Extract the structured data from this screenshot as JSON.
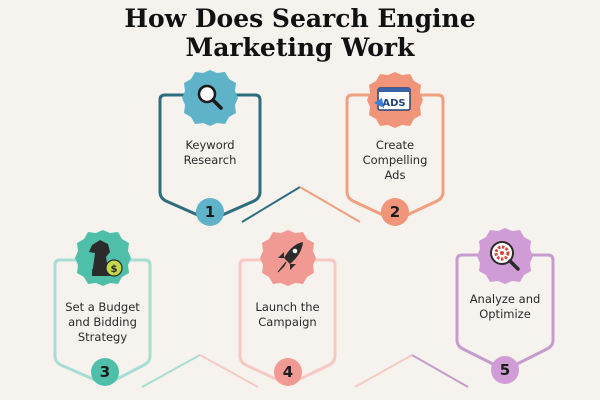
{
  "title": {
    "line1": "How Does Search Engine",
    "line2": "Marketing Work"
  },
  "colors": {
    "background": "#f6f3ef",
    "step1": "#2d6d7d",
    "step1_badge": "#5fb3c8",
    "step2": "#f0a07e",
    "step2_badge": "#f0957a",
    "step3": "#a8ddd2",
    "step3_badge": "#4fbfaa",
    "step4": "#f6c9c3",
    "step4_badge": "#f19a93",
    "step5": "#c59ccc",
    "step5_badge": "#cf9cd6"
  },
  "steps": [
    {
      "number": "1",
      "label": "Keyword\nResearch",
      "icon": "magnifier-icon"
    },
    {
      "number": "2",
      "label": "Create\nCompelling\nAds",
      "icon": "ads-browser-icon",
      "icon_text": "ADS"
    },
    {
      "number": "3",
      "label": "Set a Budget\nand Bidding\nStrategy",
      "icon": "chess-knight-coin-icon"
    },
    {
      "number": "4",
      "label": "Launch the\nCampaign",
      "icon": "rocket-icon"
    },
    {
      "number": "5",
      "label": "Analyze and\nOptimize",
      "icon": "gear-magnifier-icon"
    }
  ]
}
